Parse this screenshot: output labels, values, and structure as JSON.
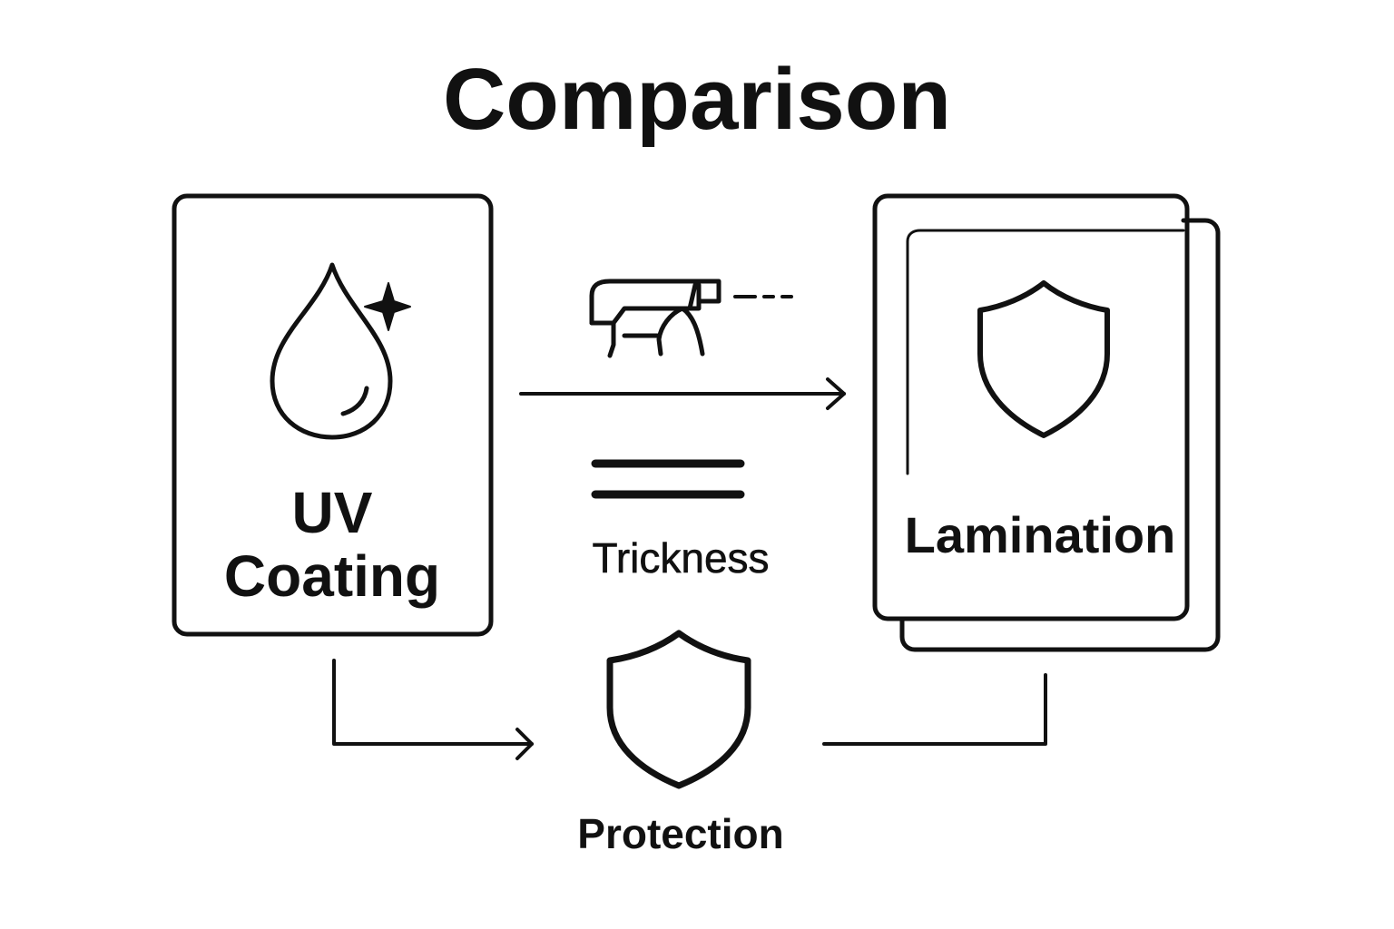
{
  "diagram": {
    "title": "Comparison",
    "left_card": {
      "label": "UV\nCoating",
      "icon": "droplet-sparkle-icon"
    },
    "right_card": {
      "label": "Lamination",
      "icon": "shield-icon"
    },
    "middle": {
      "top_icon": "spray-bottle-icon",
      "thickness_label": "Trickness",
      "thickness_icon": "double-line-icon"
    },
    "bottom": {
      "label": "Protection",
      "icon": "shield-icon"
    },
    "colors": {
      "stroke": "#111111",
      "background": "#ffffff"
    }
  }
}
